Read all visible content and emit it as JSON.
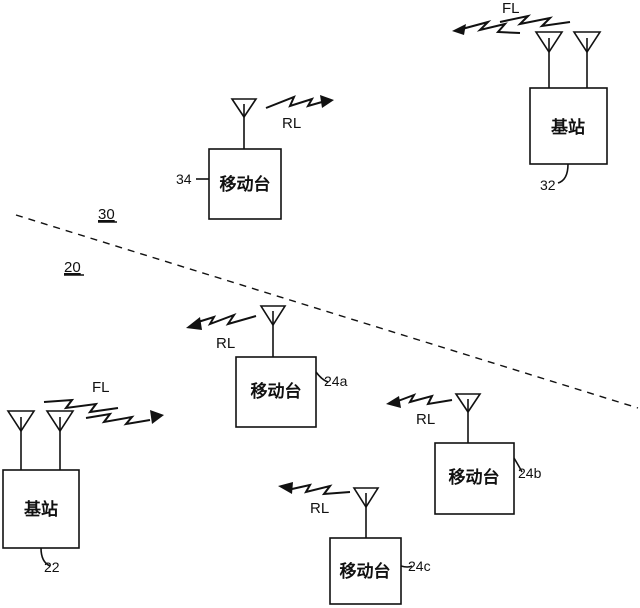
{
  "zones": {
    "upper": "30",
    "lower": "20"
  },
  "base_stations": [
    {
      "id": "bs-32",
      "label": "基站",
      "ref": "32",
      "link_label": "FL"
    },
    {
      "id": "bs-22",
      "label": "基站",
      "ref": "22",
      "link_label": "FL"
    }
  ],
  "mobiles": [
    {
      "id": "ms-34",
      "label": "移动台",
      "ref": "34",
      "link_label": "RL"
    },
    {
      "id": "ms-24a",
      "label": "移动台",
      "ref": "24a",
      "link_label": "RL"
    },
    {
      "id": "ms-24b",
      "label": "移动台",
      "ref": "24b",
      "link_label": "RL"
    },
    {
      "id": "ms-24c",
      "label": "移动台",
      "ref": "24c",
      "link_label": "RL"
    }
  ]
}
